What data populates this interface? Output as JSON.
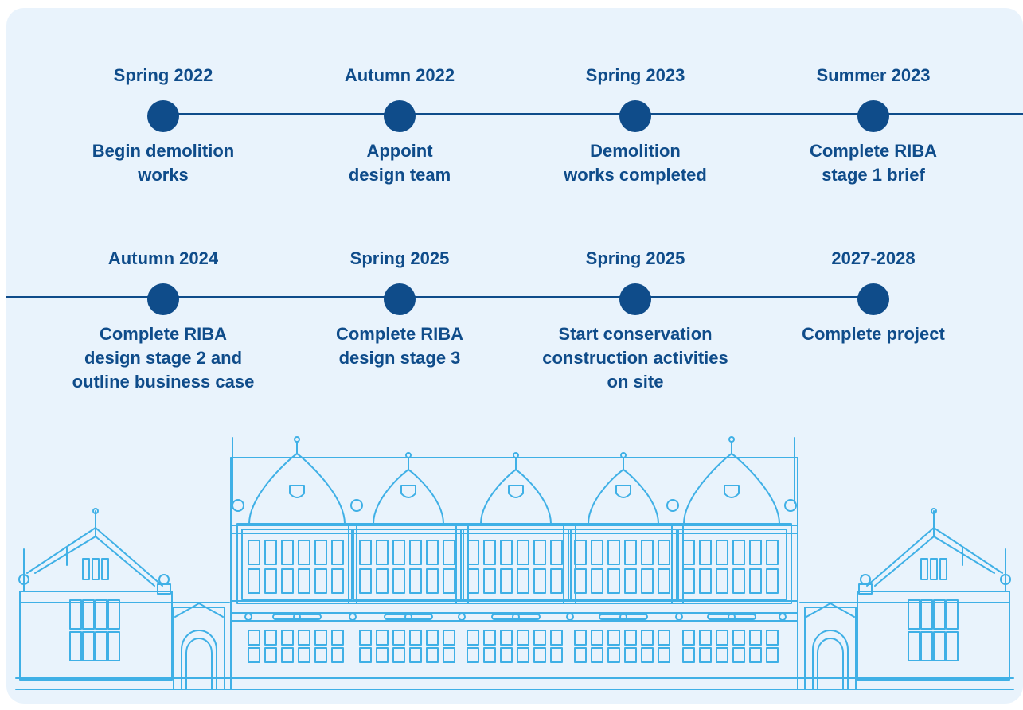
{
  "colors": {
    "background": "#e9f3fc",
    "accent": "#0f4c8a",
    "illustration": "#3fb0e6"
  },
  "timeline": {
    "rows": [
      {
        "milestones": [
          {
            "period": "Spring 2022",
            "description": "Begin demolition\nworks"
          },
          {
            "period": "Autumn 2022",
            "description": "Appoint\ndesign team"
          },
          {
            "period": "Spring 2023",
            "description": "Demolition\nworks completed"
          },
          {
            "period": "Summer 2023",
            "description": "Complete RIBA\nstage 1 brief"
          }
        ]
      },
      {
        "milestones": [
          {
            "period": "Autumn 2024",
            "description": "Complete RIBA\ndesign stage 2 and\noutline business case"
          },
          {
            "period": "Spring 2025",
            "description": "Complete RIBA\ndesign stage 3"
          },
          {
            "period": "Spring 2025",
            "description": "Start conservation\nconstruction activities\non site"
          },
          {
            "period": "2027-2028",
            "description": "Complete project"
          }
        ]
      }
    ]
  },
  "illustration": {
    "icon": "historic-building-icon"
  }
}
